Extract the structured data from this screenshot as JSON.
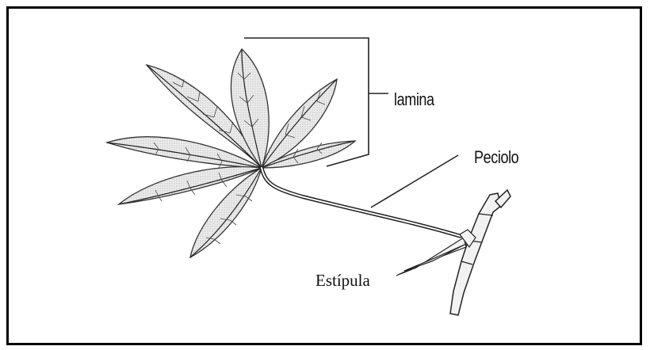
{
  "labels": {
    "lamina": "lamina",
    "peciolo": "Peciolo",
    "estipula": "Estípula"
  },
  "colors": {
    "line": "#222222",
    "leaf_fill": "#e6e6e6",
    "leaf_outline": "#333333"
  }
}
